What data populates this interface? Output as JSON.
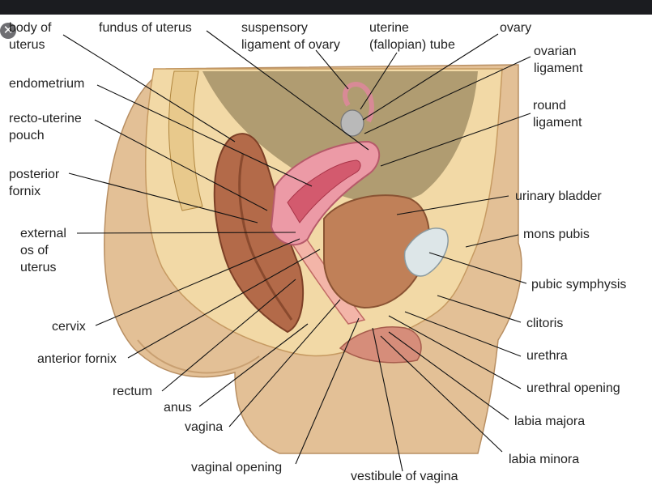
{
  "labels": {
    "body_of_uterus": [
      "body of",
      "uterus"
    ],
    "fundus_of_uterus": "fundus of uterus",
    "suspensory_ligament_of_ovary": [
      "suspensory",
      "ligament of ovary"
    ],
    "uterine_tube": [
      "uterine",
      "(fallopian) tube"
    ],
    "ovary": "ovary",
    "ovarian_ligament": [
      "ovarian",
      "ligament"
    ],
    "round_ligament": [
      "round",
      "ligament"
    ],
    "endometrium": "endometrium",
    "recto_uterine_pouch": [
      "recto-uterine",
      "pouch"
    ],
    "posterior_fornix": [
      "posterior",
      "fornix"
    ],
    "external_os_of_uterus": [
      "external",
      "os of",
      "uterus"
    ],
    "urinary_bladder": "urinary bladder",
    "mons_pubis": "mons pubis",
    "pubic_symphysis": "pubic symphysis",
    "cervix": "cervix",
    "anterior_fornix": "anterior fornix",
    "clitoris": "clitoris",
    "urethra": "urethra",
    "rectum": "rectum",
    "urethral_opening": "urethral opening",
    "anus": "anus",
    "labia_majora": "labia majora",
    "vagina": "vagina",
    "labia_minora": "labia minora",
    "vaginal_opening": "vaginal opening",
    "vestibule_of_vagina": "vestibule of vagina"
  },
  "colors": {
    "topbar": "#1b1c20",
    "skin": "#e3c096",
    "fat": "#f2d9a6",
    "uterus": "#ec9aa6",
    "endometrium": "#d35a6e",
    "rectum": "#b36a49",
    "bladder": "#c08058",
    "leader": "#111111"
  },
  "icons": {
    "close": "close-icon"
  }
}
